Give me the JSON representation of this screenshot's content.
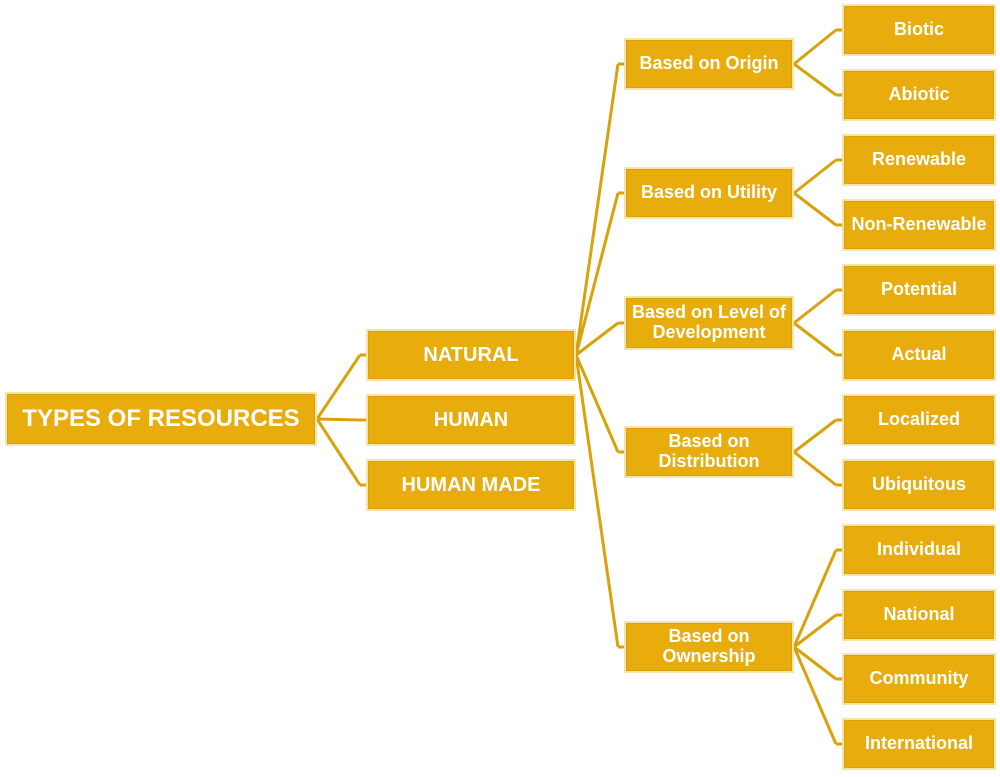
{
  "colors": {
    "box_fill": "#e8ad0c",
    "box_border": "#f6e4a8",
    "connector": "#d9a20a",
    "text": "#ffffff"
  },
  "root": "TYPES OF RESOURCES",
  "level1": [
    "NATURAL",
    "HUMAN",
    "HUMAN MADE"
  ],
  "natural_bases": [
    {
      "label": "Based on Origin",
      "children": [
        "Biotic",
        "Abiotic"
      ]
    },
    {
      "label": "Based on Utility",
      "children": [
        "Renewable",
        "Non-Renewable"
      ]
    },
    {
      "label": "Based on Level of Development",
      "children": [
        "Potential",
        "Actual"
      ]
    },
    {
      "label": "Based on Distribution",
      "children": [
        "Localized",
        "Ubiquitous"
      ]
    },
    {
      "label": "Based on Ownership",
      "children": [
        "Individual",
        "National",
        "Community",
        "International"
      ]
    }
  ]
}
